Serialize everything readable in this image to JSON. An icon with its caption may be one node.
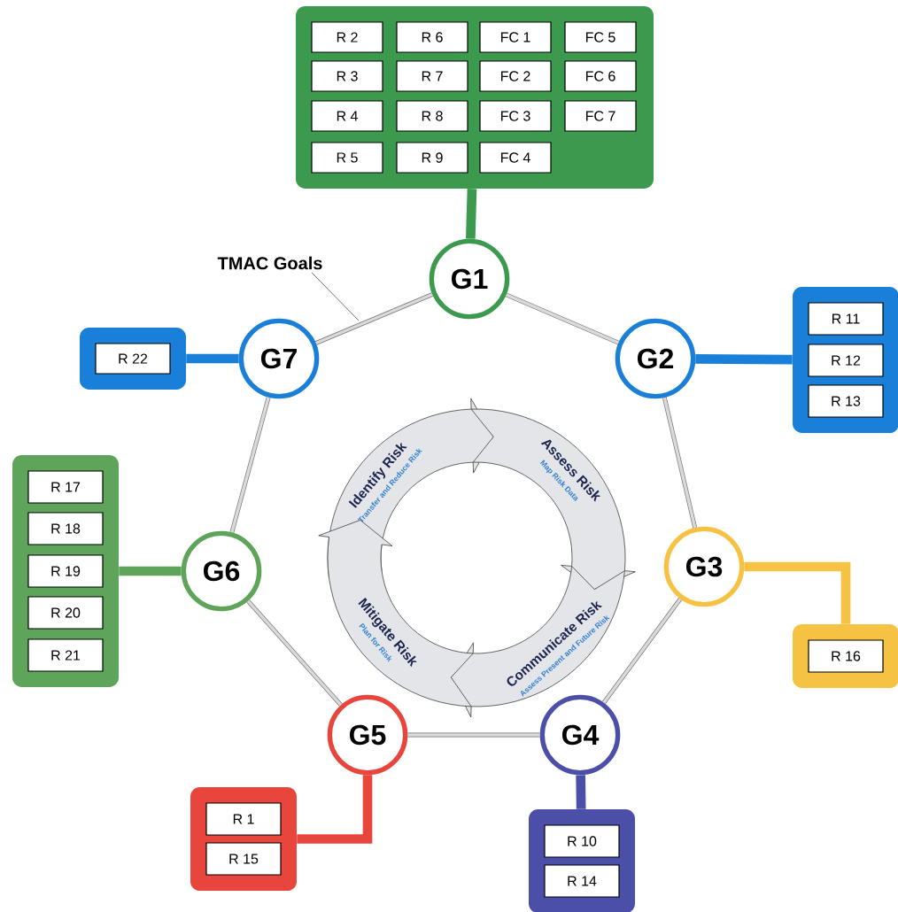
{
  "diagram": {
    "nodes": [
      {
        "text": [],
        "shape": "box"
      },
      {
        "text": [
          "R 2"
        ],
        "in": 0
      },
      {
        "text": [
          "R 6"
        ],
        "in": 0
      },
      {
        "text": [
          "FC 1"
        ],
        "in": 0
      },
      {
        "text": [
          "FC 5"
        ],
        "in": 0
      },
      {
        "text": [
          "R 3"
        ],
        "in": 0
      },
      {
        "text": [
          "R 7"
        ],
        "in": 0
      },
      {
        "text": [
          "FC 2"
        ],
        "in": 0
      },
      {
        "text": [
          "FC 6"
        ],
        "in": 0
      },
      {
        "text": [
          "R 4"
        ],
        "in": 0
      },
      {
        "text": [
          "R 8"
        ],
        "in": 0
      },
      {
        "text": [
          "FC 3"
        ],
        "in": 0
      },
      {
        "text": [
          "FC 7"
        ],
        "in": 0
      },
      {
        "text": [
          "R 5"
        ],
        "in": 0
      },
      {
        "text": [
          "R 9"
        ],
        "in": 0
      },
      {
        "text": [
          "FC 4"
        ],
        "in": 0
      },
      {
        "text": [
          "G1"
        ]
      },
      {
        "text": [],
        "shape": "box"
      },
      {
        "text": [
          "R 22"
        ],
        "in": 17
      },
      {
        "text": [
          "G7"
        ]
      },
      {
        "text": [
          "G2"
        ]
      },
      {
        "text": [],
        "shape": "box"
      },
      {
        "text": [
          "R 11"
        ],
        "in": 21
      },
      {
        "text": [
          "R 12"
        ],
        "in": 21
      },
      {
        "text": [
          "R 13"
        ],
        "in": 21
      },
      {
        "text": [],
        "shape": "box"
      },
      {
        "text": [
          "R 17"
        ],
        "in": 25
      },
      {
        "text": [
          "R 18"
        ],
        "in": 25
      },
      {
        "text": [
          "R 19"
        ],
        "in": 25
      },
      {
        "text": [
          "R 20"
        ],
        "in": 25
      },
      {
        "text": [
          "R 21"
        ],
        "in": 25
      },
      {
        "text": [
          "G6"
        ]
      },
      {
        "text": [
          "G3"
        ]
      },
      {
        "text": [],
        "shape": "box"
      },
      {
        "text": [
          "R 16"
        ],
        "in": 33
      },
      {
        "text": [
          "G5"
        ]
      },
      {
        "text": [
          "G4"
        ]
      },
      {
        "text": [],
        "shape": "box"
      },
      {
        "text": [
          "R 1"
        ],
        "in": 37
      },
      {
        "text": [
          "R 15"
        ],
        "in": 37
      },
      {
        "text": [],
        "shape": "box"
      },
      {
        "text": [
          "R 10"
        ],
        "in": 40
      },
      {
        "text": [
          "R 14"
        ],
        "in": 40
      },
      {
        "text": [
          "Identify Risk",
          "Transfer and Reduce Risk"
        ]
      },
      {
        "text": [
          "Assess Risk",
          "Map Risk Data"
        ]
      },
      {
        "text": [
          "Communicate Risk",
          "Assess Present and Future Risk"
        ]
      },
      {
        "text": [
          "Mitigate Risk",
          "Plan for Risk"
        ]
      },
      {
        "text": [
          "TMAC Goals"
        ]
      }
    ],
    "edges": [
      {
        "from": 16,
        "to": 20,
        "arrow": "none"
      },
      {
        "from": 20,
        "to": 32,
        "arrow": "none"
      },
      {
        "from": 32,
        "to": 36,
        "arrow": "none"
      },
      {
        "from": 36,
        "to": 35,
        "arrow": "none"
      },
      {
        "from": 35,
        "to": 31,
        "arrow": "none"
      },
      {
        "from": 31,
        "to": 19,
        "arrow": "none"
      },
      {
        "from": 19,
        "to": 16,
        "arrow": "none"
      },
      {
        "from": 16,
        "to": 0,
        "arrow": "none",
        "style": "thick",
        "color": "#3c9a4e"
      },
      {
        "from": 20,
        "to": 21,
        "arrow": "none",
        "style": "thick",
        "color": "#1a7fd8"
      },
      {
        "from": 32,
        "to": 33,
        "arrow": "none",
        "style": "thick",
        "color": "#f5c243"
      },
      {
        "from": 36,
        "to": 40,
        "arrow": "none",
        "style": "thick",
        "color": "#4b4fa8"
      },
      {
        "from": 35,
        "to": 37,
        "arrow": "none",
        "style": "thick",
        "color": "#e8453c"
      },
      {
        "from": 31,
        "to": 25,
        "arrow": "none",
        "style": "thick",
        "color": "#5ea45a"
      },
      {
        "from": 19,
        "to": 17,
        "arrow": "none",
        "style": "thick",
        "color": "#1a7fd8"
      },
      {
        "from": 47,
        "to": null,
        "arrow": "none"
      }
    ]
  }
}
